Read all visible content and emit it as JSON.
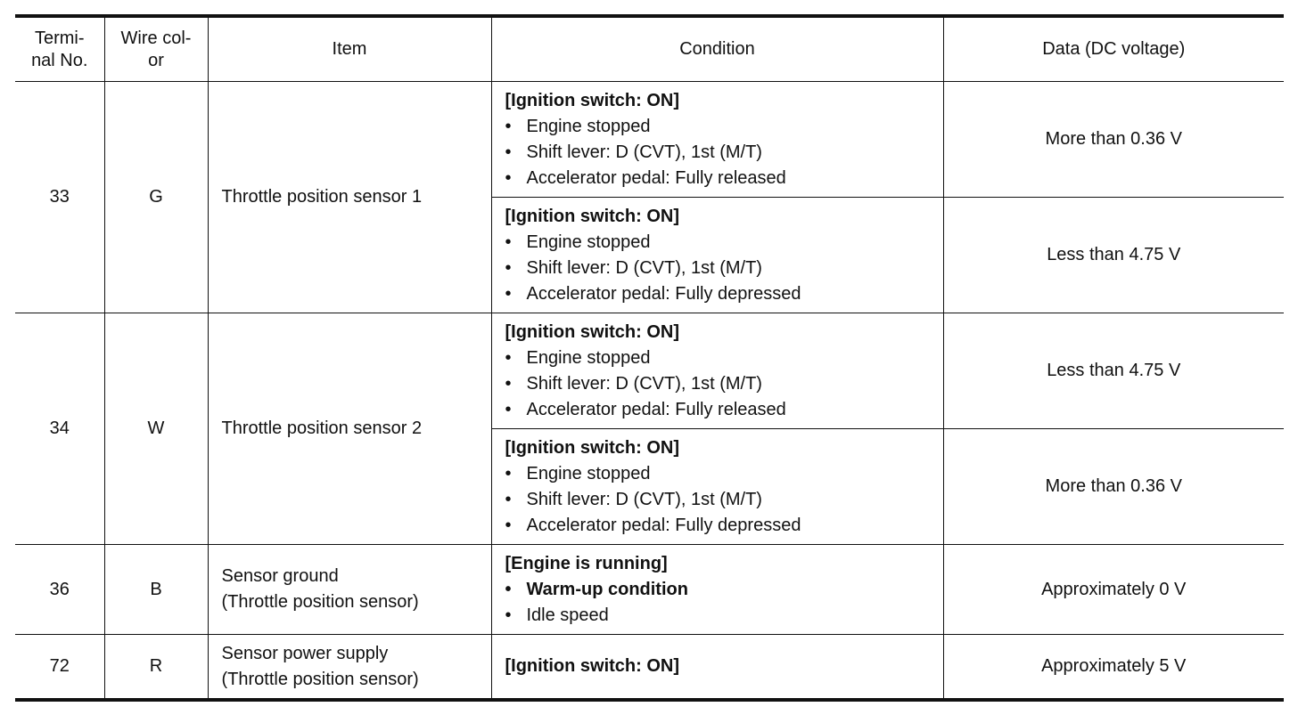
{
  "headers": {
    "terminal": [
      "Termi-",
      "nal No."
    ],
    "wire": [
      "Wire col-",
      "or"
    ],
    "item": "Item",
    "condition": "Condition",
    "data": "Data (DC voltage)"
  },
  "rows": [
    {
      "terminal": "33",
      "wire": "G",
      "item": [
        "Throttle position sensor 1"
      ],
      "conditions": [
        {
          "head": "[Ignition switch: ON]",
          "bullets": [
            "Engine stopped",
            "Shift lever: D (CVT), 1st (M/T)",
            "Accelerator pedal: Fully released"
          ],
          "data": "More than 0.36 V"
        },
        {
          "head": "[Ignition switch: ON]",
          "bullets": [
            "Engine stopped",
            "Shift lever: D (CVT), 1st (M/T)",
            "Accelerator pedal: Fully depressed"
          ],
          "data": "Less than 4.75 V"
        }
      ]
    },
    {
      "terminal": "34",
      "wire": "W",
      "item": [
        "Throttle position sensor 2"
      ],
      "conditions": [
        {
          "head": "[Ignition switch: ON]",
          "bullets": [
            "Engine stopped",
            "Shift lever: D (CVT), 1st (M/T)",
            "Accelerator pedal: Fully released"
          ],
          "data": "Less than 4.75 V"
        },
        {
          "head": "[Ignition switch: ON]",
          "bullets": [
            "Engine stopped",
            "Shift lever: D (CVT), 1st (M/T)",
            "Accelerator pedal: Fully depressed"
          ],
          "data": "More than 0.36 V"
        }
      ]
    },
    {
      "terminal": "36",
      "wire": "B",
      "item": [
        "Sensor ground",
        "(Throttle position sensor)"
      ],
      "conditions": [
        {
          "head": "[Engine is running]",
          "bullets": [
            "Warm-up condition",
            "Idle speed"
          ],
          "data": "Approximately 0 V"
        }
      ]
    },
    {
      "terminal": "72",
      "wire": "R",
      "item": [
        "Sensor power supply",
        "(Throttle position sensor)"
      ],
      "conditions": [
        {
          "head": "[Ignition switch: ON]",
          "bullets": [],
          "data": "Approximately 5 V"
        }
      ]
    }
  ],
  "bullet_glyph": "•"
}
